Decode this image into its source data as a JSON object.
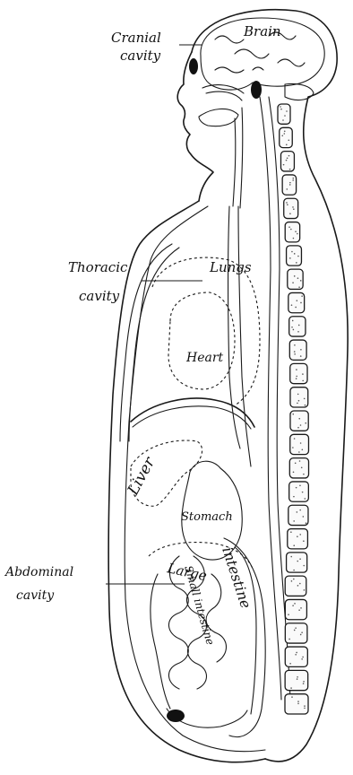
{
  "labels": {
    "cranial_1": "Cranial",
    "cranial_2": "cavity",
    "brain": "Brain",
    "thoracic_1": "Thoracic",
    "thoracic_2": "cavity",
    "lungs": "Lungs",
    "heart": "Heart",
    "liver": "Liver",
    "stomach": "Stomach",
    "large": "Large",
    "intestine": "intestine",
    "small_intestine": "Small intestine",
    "abdominal_1": "Abdominal",
    "abdominal_2": "cavity"
  }
}
